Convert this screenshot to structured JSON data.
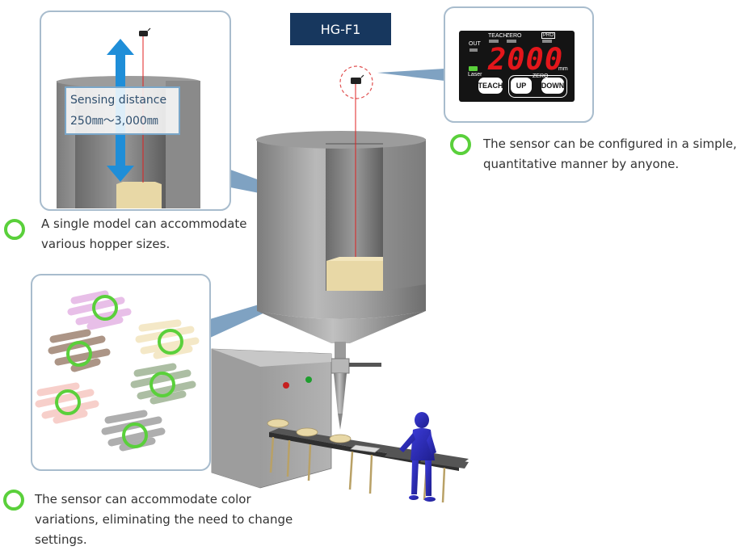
{
  "model_label": "HG-F1",
  "sensing_callout": {
    "title": "Sensing distance",
    "range": "250㎜〜3,000㎜"
  },
  "features": [
    {
      "text_line1": "A single model can accommodate",
      "text_line2": "various hopper sizes."
    },
    {
      "text_line1": "The sensor can be configured in a simple,",
      "text_line2": "quantitative manner by anyone."
    },
    {
      "text_line1": "The sensor can accommodate color",
      "text_line2": "variations, eliminating the need to change",
      "text_line3": "settings."
    }
  ],
  "panel": {
    "out_label": "OUT",
    "teach_led_label": "TEACH",
    "zero_led_label": "ZERO",
    "pro_label": "PRO",
    "laser_label": "Laser",
    "display_value": "2000",
    "unit": "mm",
    "teach_button": "TEACH",
    "zero_small": "ZERO",
    "up_button": "UP",
    "down_button": "DOWN"
  },
  "colors": {
    "badge": "#17375e",
    "accent_ring": "#5ad03b",
    "arrow": "#1f8ed8",
    "laser": "#e02020",
    "digits": "#e3161b"
  }
}
